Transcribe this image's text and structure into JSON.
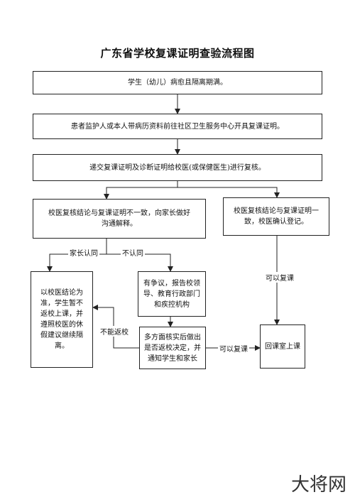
{
  "title": "广东省学校复课证明查验流程图",
  "nodes": {
    "n1": "学生（幼儿）病愈且隔离期满。",
    "n2": "患者监护人或本人带病历资料前往社区卫生服务中心开具复课证明。",
    "n3": "递交复课证明及诊断证明给校医(或保健医生)进行复核。",
    "n4": "校医复核结论与复课证明不一致，向家长做好沟通解释。",
    "n5": "校医复核结论与复课证明一致，校医确认登记。",
    "n6": "以校医结论为准，学生暂不返校上课，并遵照校医的休假建议继续隔离。",
    "n7": "有争议，报告校领导、教育行政部门和疾控机构",
    "n8": "多方面核实后做出是否返校决定，并通知学生和家长",
    "n9": "回课室上课"
  },
  "labels": {
    "parent_agree": "家长认同",
    "not_agree": "不认同",
    "can_resume_1": "可以复课",
    "cannot_return": "不能返校",
    "can_resume_2": "可以复课"
  },
  "watermark": "大将网"
}
